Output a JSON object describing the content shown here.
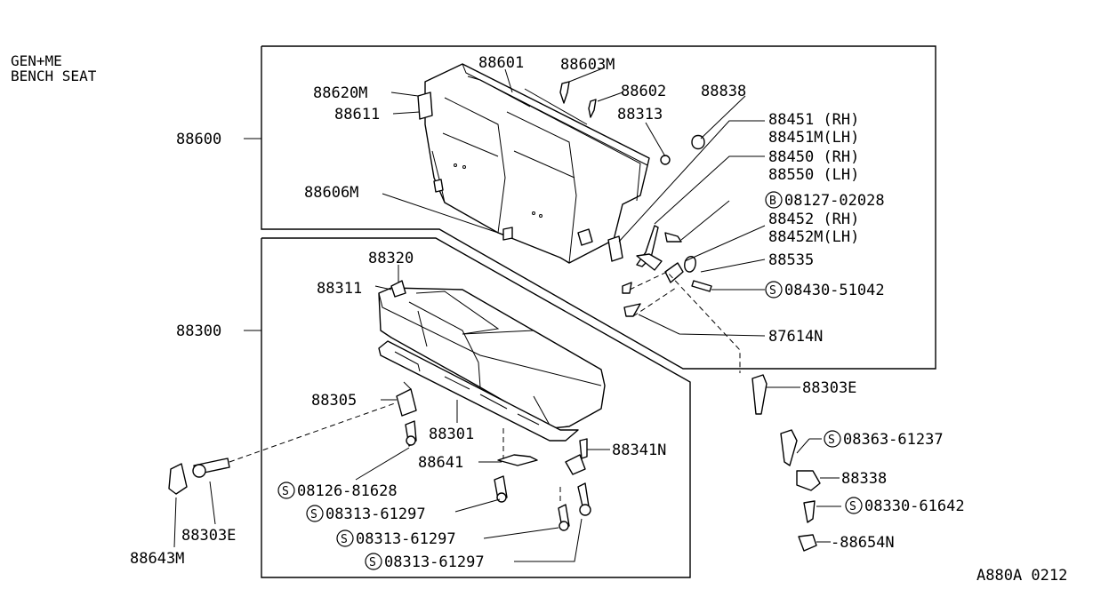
{
  "header": {
    "line1": "GEN+ME",
    "line2": "BENCH SEAT"
  },
  "footer_code": "A880A 0212",
  "prefix_marks": {
    "s": "S",
    "b": "B"
  },
  "labels": {
    "p88601": "88601",
    "p88603M": "88603M",
    "p88620M": "88620M",
    "p88602": "88602",
    "p88838": "88838",
    "p88611": "88611",
    "p88313": "88313",
    "p88451": "88451 (RH)",
    "p88600": "88600",
    "p88451M": "88451M(LH)",
    "p88450": "88450 (RH)",
    "p88550": "88550 (LH)",
    "p88606M": "88606M",
    "p08127": "08127-02028",
    "p88452": "88452 (RH)",
    "p88452M": "88452M(LH)",
    "p88320": "88320",
    "p88535": "88535",
    "p88311": "88311",
    "p08430": "08430-51042",
    "p88300": "88300",
    "p87614N": "87614N",
    "p88303E_right": "88303E",
    "p88305": "88305",
    "p88301": "88301",
    "p08363": "08363-61237",
    "p88341N": "88341N",
    "p88641": "88641",
    "p88338": "88338",
    "p08126": "08126-81628",
    "p08330": "08330-61642",
    "p08313a": "08313-61297",
    "p88654N": "-88654N",
    "p88303E_left": "88303E",
    "p08313b": "08313-61297",
    "p88643M": "88643M",
    "p08313c": "08313-61297"
  }
}
